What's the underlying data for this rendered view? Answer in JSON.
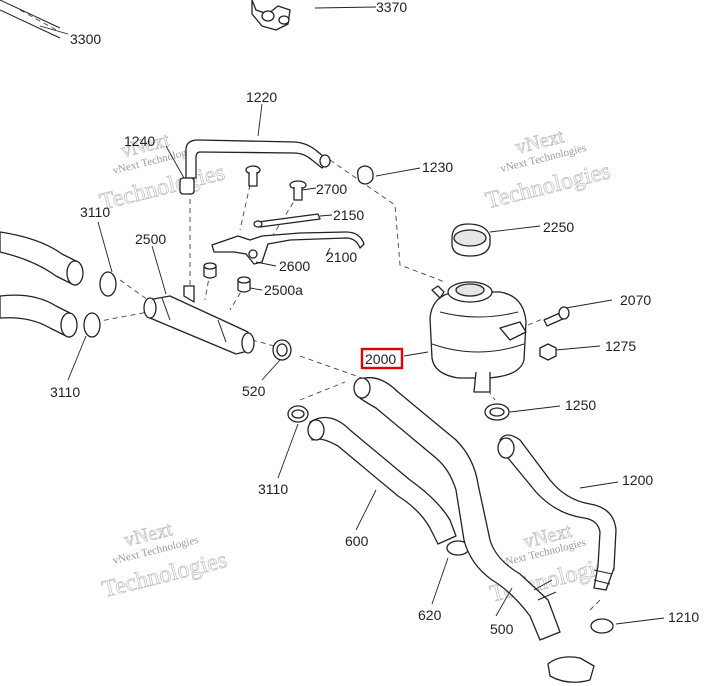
{
  "callouts": {
    "c3370": "3370",
    "c3300": "3300",
    "c1220": "1220",
    "c1240": "1240",
    "c1230": "1230",
    "c2700": "2700",
    "c2150": "2150",
    "c2250": "2250",
    "c3110a": "3110",
    "c2500": "2500",
    "c2600": "2600",
    "c2100": "2100",
    "c2500a": "2500a",
    "c2070": "2070",
    "c3110b": "3110",
    "c2000": "2000",
    "c1275": "1275",
    "c520": "520",
    "c1250": "1250",
    "c3110c": "3110",
    "c1200": "1200",
    "c600": "600",
    "c620": "620",
    "c500": "500",
    "c1210": "1210"
  },
  "watermark": {
    "line1": "vNext",
    "line2": "Technologies",
    "small": "vNext Technologies"
  },
  "highlight_color": "#e00000"
}
